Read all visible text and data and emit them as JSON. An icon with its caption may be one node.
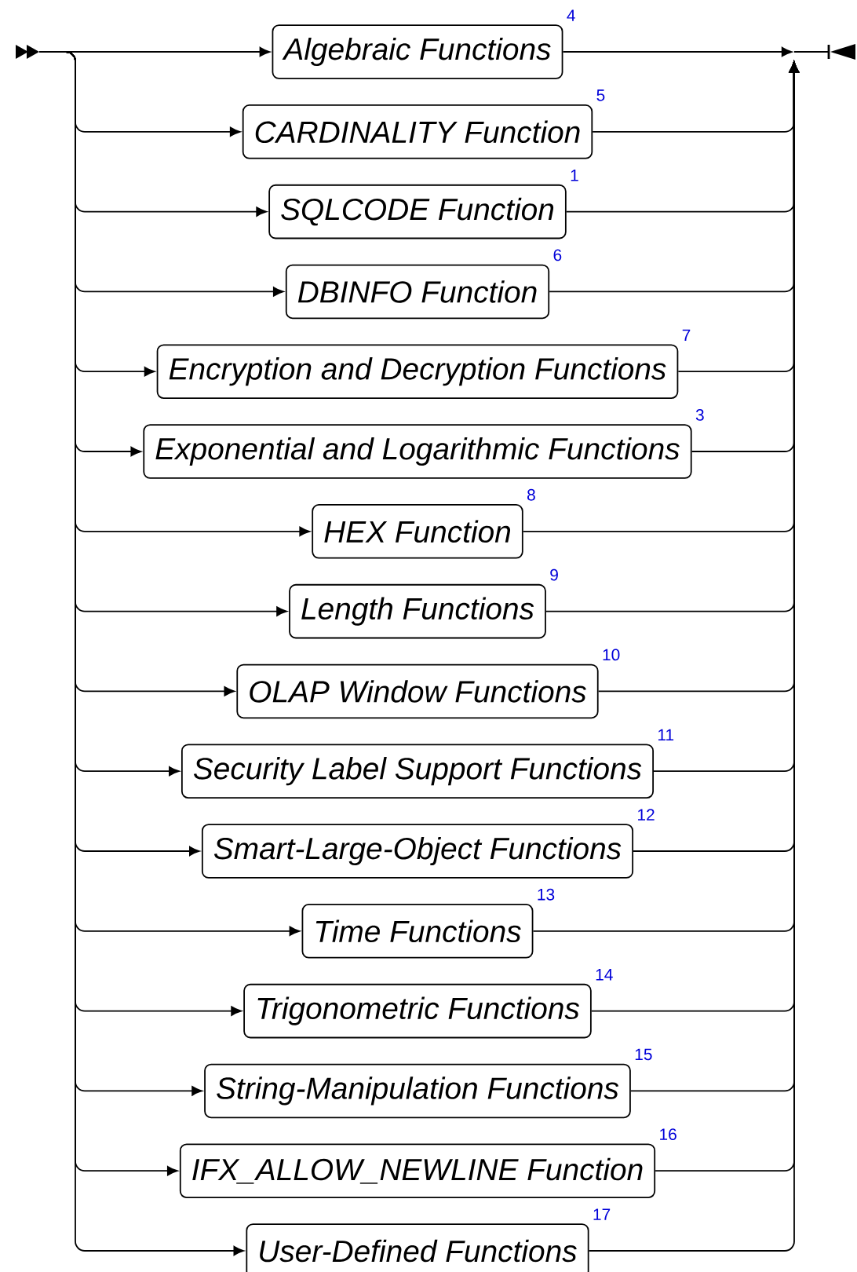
{
  "diagram": {
    "nodes": [
      {
        "text": [],
        "shape": "arrowhead"
      },
      {
        "text": [
          "Algebraic Functions"
        ],
        "beside": [
          "4"
        ]
      },
      {
        "text": [
          "CARDINALITY Function"
        ],
        "beside": [
          "5"
        ]
      },
      {
        "text": [
          "SQLCODE Function"
        ],
        "beside": [
          "1"
        ]
      },
      {
        "text": [
          "DBINFO Function"
        ],
        "beside": [
          "6"
        ]
      },
      {
        "text": [
          "Encryption and Decryption Functions"
        ],
        "beside": [
          "7"
        ]
      },
      {
        "text": [
          "Exponential and Logarithmic Functions"
        ],
        "beside": [
          "3"
        ]
      },
      {
        "text": [
          "HEX Function"
        ],
        "beside": [
          "8"
        ]
      },
      {
        "text": [
          "Length Functions"
        ],
        "beside": [
          "9"
        ]
      },
      {
        "text": [
          "OLAP Window Functions"
        ],
        "beside": [
          "10"
        ]
      },
      {
        "text": [
          "Security Label Support Functions"
        ],
        "beside": [
          "11"
        ]
      },
      {
        "text": [
          "Smart-Large-Object Functions"
        ],
        "beside": [
          "12"
        ]
      },
      {
        "text": [
          "Time Functions"
        ],
        "beside": [
          "13"
        ]
      },
      {
        "text": [
          "Trigonometric Functions"
        ],
        "beside": [
          "14"
        ]
      },
      {
        "text": [
          "String-Manipulation Functions"
        ],
        "beside": [
          "15"
        ]
      },
      {
        "text": [
          "IFX_ALLOW_NEWLINE Function"
        ],
        "beside": [
          "16"
        ]
      },
      {
        "text": [
          "User-Defined Functions"
        ],
        "beside": [
          "17"
        ]
      },
      {
        "text": [],
        "shape": "endmark"
      }
    ],
    "edges": [
      {
        "from": 0,
        "to": 1,
        "arrow": "to"
      },
      {
        "from": 0,
        "to": 2,
        "arrow": "to"
      },
      {
        "from": 0,
        "to": 3,
        "arrow": "to"
      },
      {
        "from": 0,
        "to": 4,
        "arrow": "to"
      },
      {
        "from": 0,
        "to": 5,
        "arrow": "to"
      },
      {
        "from": 0,
        "to": 6,
        "arrow": "to"
      },
      {
        "from": 0,
        "to": 7,
        "arrow": "to"
      },
      {
        "from": 0,
        "to": 8,
        "arrow": "to"
      },
      {
        "from": 0,
        "to": 9,
        "arrow": "to"
      },
      {
        "from": 0,
        "to": 10,
        "arrow": "to"
      },
      {
        "from": 0,
        "to": 11,
        "arrow": "to"
      },
      {
        "from": 0,
        "to": 12,
        "arrow": "to"
      },
      {
        "from": 0,
        "to": 13,
        "arrow": "to"
      },
      {
        "from": 0,
        "to": 14,
        "arrow": "to"
      },
      {
        "from": 0,
        "to": 15,
        "arrow": "to"
      },
      {
        "from": 0,
        "to": 16,
        "arrow": "to"
      },
      {
        "from": 1,
        "to": 17,
        "arrow": "to"
      },
      {
        "from": 2,
        "to": 17,
        "arrow": "to"
      },
      {
        "from": 3,
        "to": 17,
        "arrow": "to"
      },
      {
        "from": 4,
        "to": 17,
        "arrow": "to"
      },
      {
        "from": 5,
        "to": 17,
        "arrow": "to"
      },
      {
        "from": 6,
        "to": 17,
        "arrow": "to"
      },
      {
        "from": 7,
        "to": 17,
        "arrow": "to"
      },
      {
        "from": 8,
        "to": 17,
        "arrow": "to"
      },
      {
        "from": 9,
        "to": 17,
        "arrow": "to"
      },
      {
        "from": 10,
        "to": 17,
        "arrow": "to"
      },
      {
        "from": 11,
        "to": 17,
        "arrow": "to"
      },
      {
        "from": 12,
        "to": 17,
        "arrow": "to"
      },
      {
        "from": 13,
        "to": 17,
        "arrow": "to"
      },
      {
        "from": 14,
        "to": 17,
        "arrow": "to"
      },
      {
        "from": 15,
        "to": 17,
        "arrow": "to"
      },
      {
        "from": 16,
        "to": 17,
        "arrow": "to"
      }
    ]
  }
}
